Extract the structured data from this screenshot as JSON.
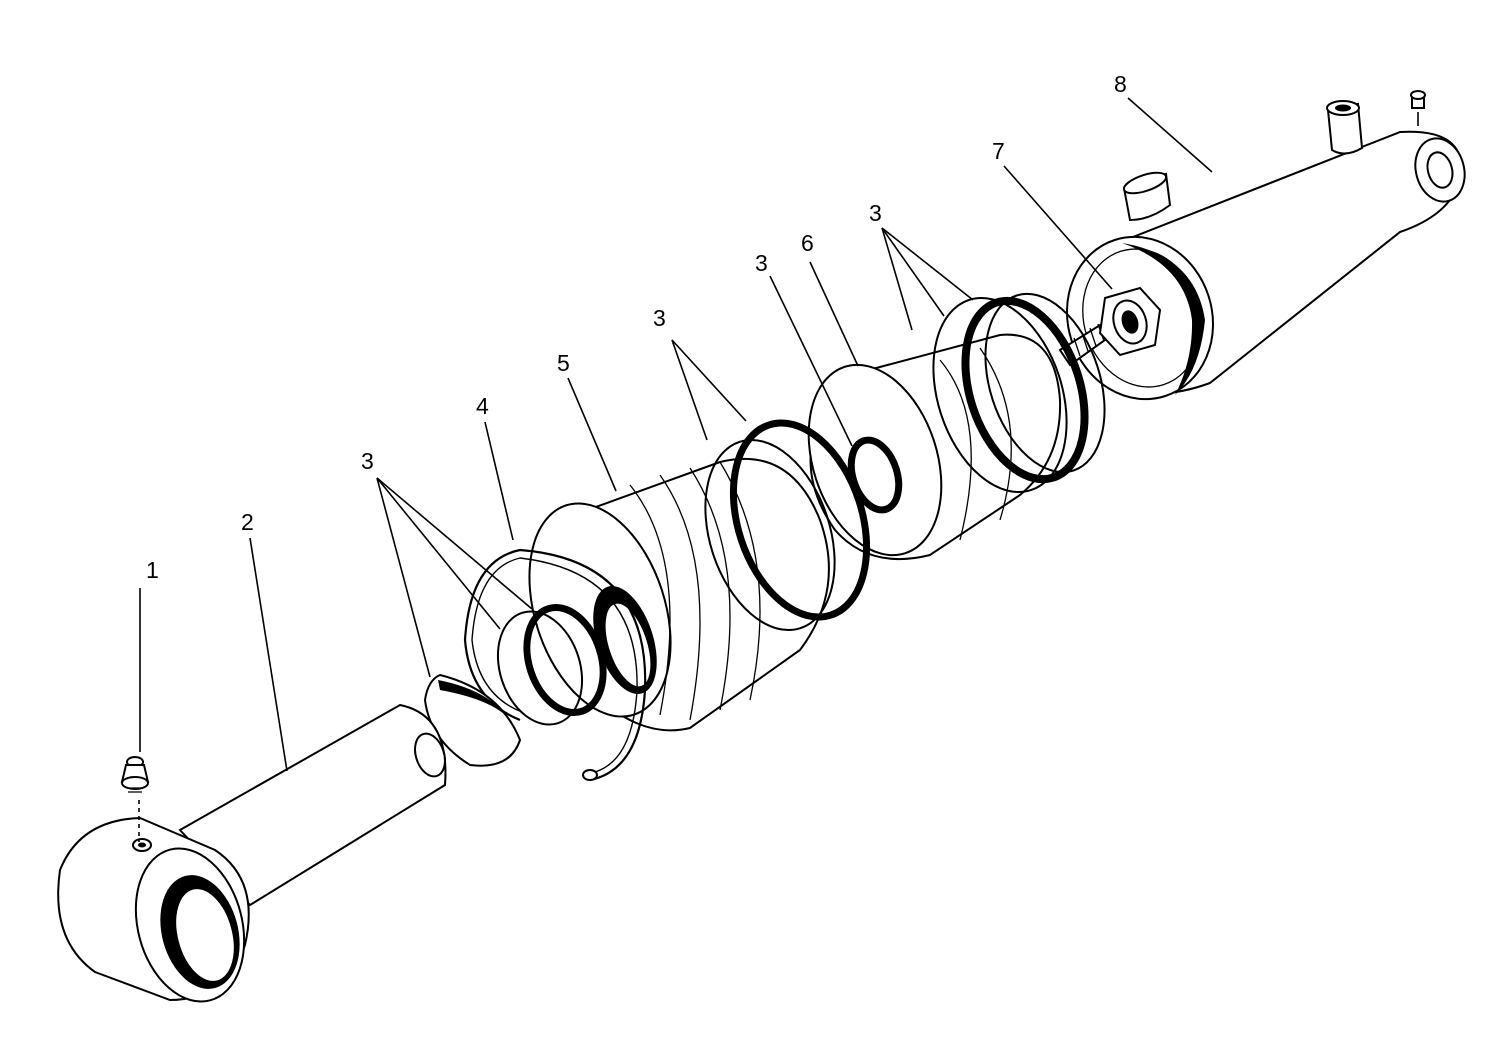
{
  "callouts": {
    "c1": "1",
    "c2": "2",
    "c3a": "3",
    "c4": "4",
    "c5": "5",
    "c3b": "3",
    "c3c": "3",
    "c6": "6",
    "c3d": "3",
    "c7": "7",
    "c8": "8"
  }
}
